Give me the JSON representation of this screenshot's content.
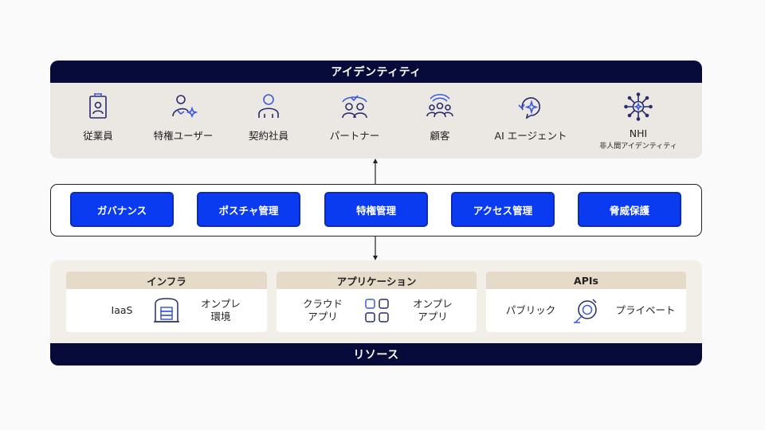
{
  "identity": {
    "title": "アイデンティティ",
    "items": [
      {
        "label": "従業員",
        "icon": "employee-badge-icon"
      },
      {
        "label": "特権ユーザー",
        "icon": "privileged-user-icon"
      },
      {
        "label": "契約社員",
        "icon": "contractor-icon"
      },
      {
        "label": "パートナー",
        "icon": "partner-icon"
      },
      {
        "label": "顧客",
        "icon": "customers-icon"
      },
      {
        "label": "AI エージェント",
        "icon": "ai-agent-icon"
      },
      {
        "label": "NHI",
        "sub": "非人間アイデンティティ",
        "icon": "nhi-network-icon"
      }
    ]
  },
  "governance": {
    "buttons": [
      "ガバナンス",
      "ポスチャ管理",
      "特権管理",
      "アクセス管理",
      "脅威保護"
    ]
  },
  "resources": {
    "title": "リソース",
    "panels": [
      {
        "title": "インフラ",
        "left": "IaaS",
        "right": "オンプレ\n環境",
        "icon": "server-icon"
      },
      {
        "title": "アプリケーション",
        "left": "クラウド\nアプリ",
        "right": "オンプレ\nアプリ",
        "icon": "apps-grid-icon"
      },
      {
        "title": "APIs",
        "left": "パブリック",
        "right": "プライベート",
        "icon": "api-icon"
      }
    ]
  },
  "colors": {
    "navy": "#070b3a",
    "accent_blue": "#0a3bf0",
    "identity_bg": "#ebe7e2",
    "resources_bg": "#f2efe8",
    "panel_header": "#e6dbc8"
  }
}
